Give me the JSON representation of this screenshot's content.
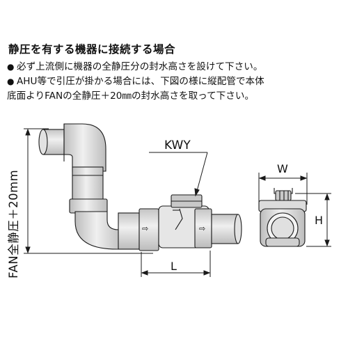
{
  "notes": {
    "heading": "静圧を有する機器に接続する場合",
    "bullet_marker": "●",
    "bullet1": "必ず上流側に機器の全静圧分の封水高さを設けて下さい。",
    "bullet2_line1": "AHU等で引圧が掛かる場合には、下図の様に縦配管で本体",
    "bullet2_line2": "底面よりFANの全静圧＋20㎜の封水高さを取って下さい。"
  },
  "diagram": {
    "vertical_dimension_label": "FAN全静圧＋20mm",
    "product_label": "KWY",
    "length_label": "L",
    "width_label": "W",
    "height_label": "H",
    "flow_arrow_glyph": "⇨",
    "colors": {
      "pipe_fill": "#d9d9d9",
      "pipe_light": "#ececec",
      "pipe_dark": "#bdbdbd",
      "outline": "#1a1a1a"
    }
  }
}
